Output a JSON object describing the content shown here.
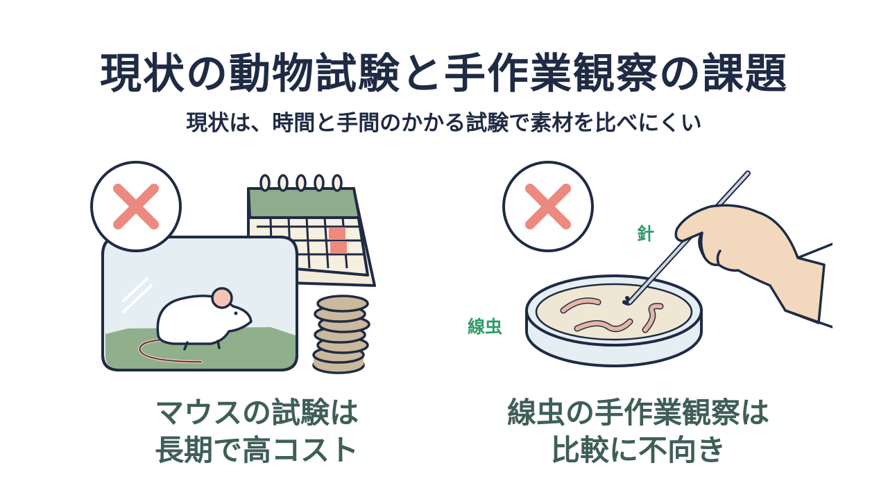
{
  "header": {
    "title": "現状の動物試験と手作業観察の課題",
    "subtitle": "現状は、時間と手間のかかる試験で素材を比べにくい"
  },
  "left_panel": {
    "icons": [
      "cross-icon",
      "mouse-cage",
      "calendar-icon",
      "coin-stack-icon"
    ],
    "caption_line1": "マウスの試験は",
    "caption_line2": "長期で高コスト"
  },
  "right_panel": {
    "icons": [
      "cross-icon",
      "petri-dish",
      "hand-with-needle"
    ],
    "label_needle": "針",
    "label_nematode": "線虫",
    "caption_line1": "線虫の手作業観察は",
    "caption_line2": "比較に不向き"
  },
  "colors": {
    "title": "#1f2b44",
    "caption": "#3f5e58",
    "label": "#2f9b6a",
    "cross": "#ec8a80",
    "cage_floor": "#8fb08a",
    "calendar_header": "#8fac8c",
    "calendar_highlight": "#ec8a80",
    "coin": "#cbb99d",
    "dish_fill": "#efe7d4",
    "worm": "#e6b6a4",
    "hand": "#f2d8bd"
  }
}
